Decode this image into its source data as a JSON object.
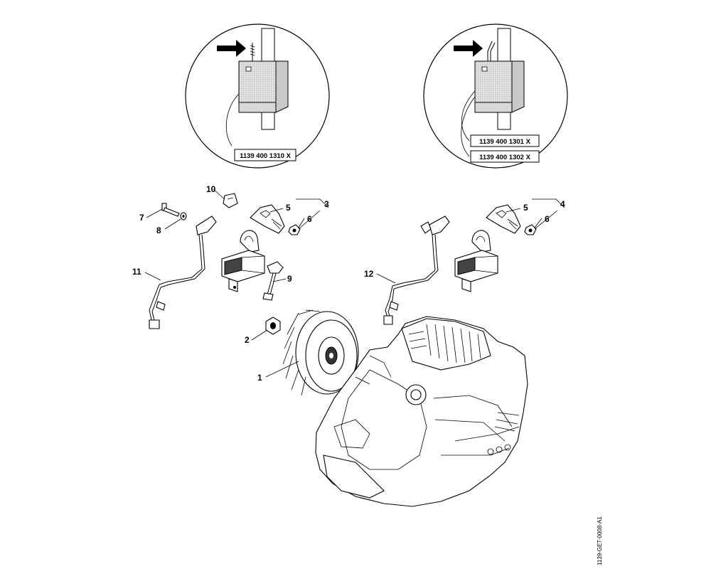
{
  "detail_left": {
    "part_numbers": [
      "1139 400 1310 X"
    ]
  },
  "detail_right": {
    "part_numbers": [
      "1139 400 1301 X",
      "1139 400 1302 X"
    ]
  },
  "callouts": {
    "c1": "1",
    "c2": "2",
    "c3": "3",
    "c4": "4",
    "c5a": "5",
    "c5b": "5",
    "c6a": "6",
    "c6b": "6",
    "c7": "7",
    "c8": "8",
    "c9": "9",
    "c10": "10",
    "c11": "11",
    "c12": "12"
  },
  "document_id": "1139-GET-0008-A1",
  "icons": [
    "arrow-right-icon"
  ]
}
